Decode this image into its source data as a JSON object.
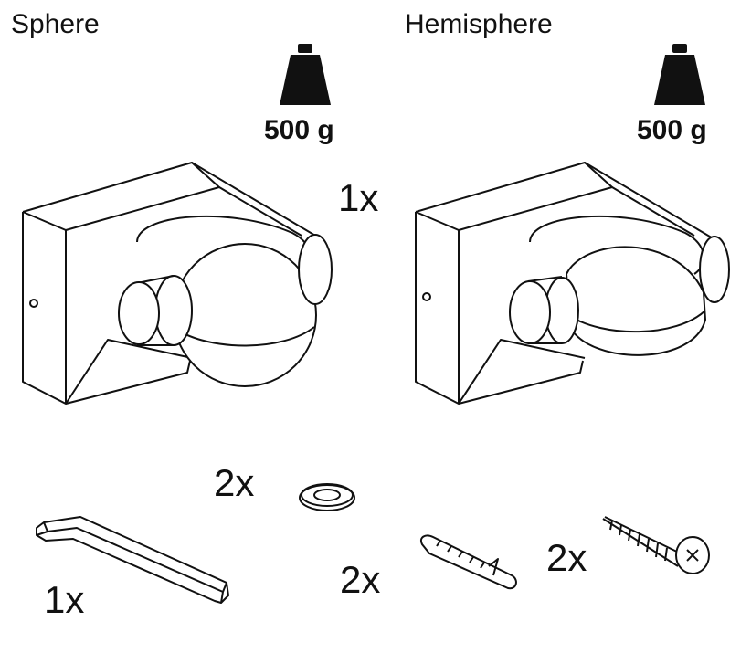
{
  "titles": {
    "sphere": "Sphere",
    "hemisphere": "Hemisphere"
  },
  "weights": {
    "sphere": "500 g",
    "hemisphere": "500 g"
  },
  "quantities": {
    "device": "1x",
    "washer": "2x",
    "hex_key": "1x",
    "wall_plug": "2x",
    "screw": "2x"
  },
  "icons": [
    "weight-icon",
    "sphere-device",
    "hemisphere-device",
    "hex-key",
    "washer",
    "wall-plug",
    "screw"
  ],
  "colors": {
    "ink": "#111111",
    "background": "#ffffff"
  }
}
